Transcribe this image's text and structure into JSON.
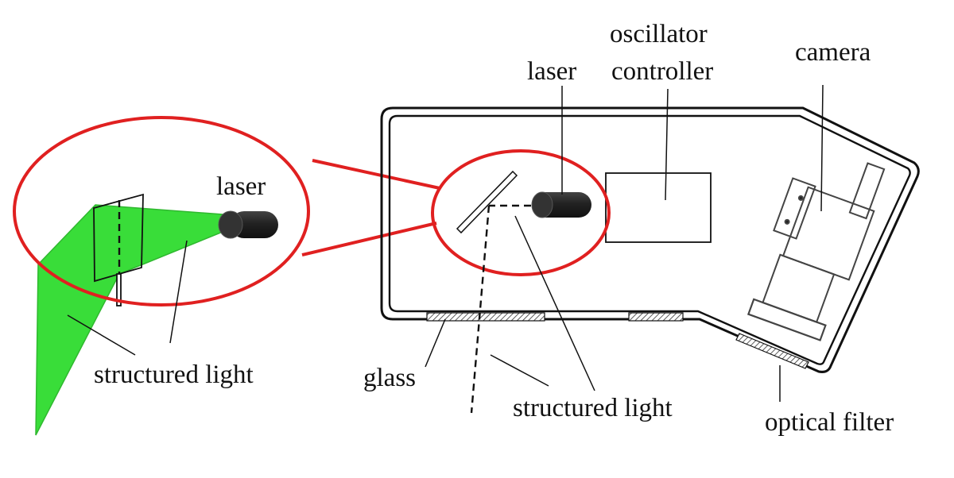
{
  "labels": {
    "laser_left": "laser",
    "structured_light_left": "structured light",
    "laser_right": "laser",
    "oscillator": "oscillator",
    "controller": "controller",
    "camera": "camera",
    "glass": "glass",
    "structured_light_right": "structured light",
    "optical_filter": "optical filter"
  },
  "colors": {
    "callout": "#e02020",
    "light_fill": "#39dd39",
    "light_edge": "#2fb82f",
    "laser_body": "#222222",
    "outline": "#111111"
  }
}
